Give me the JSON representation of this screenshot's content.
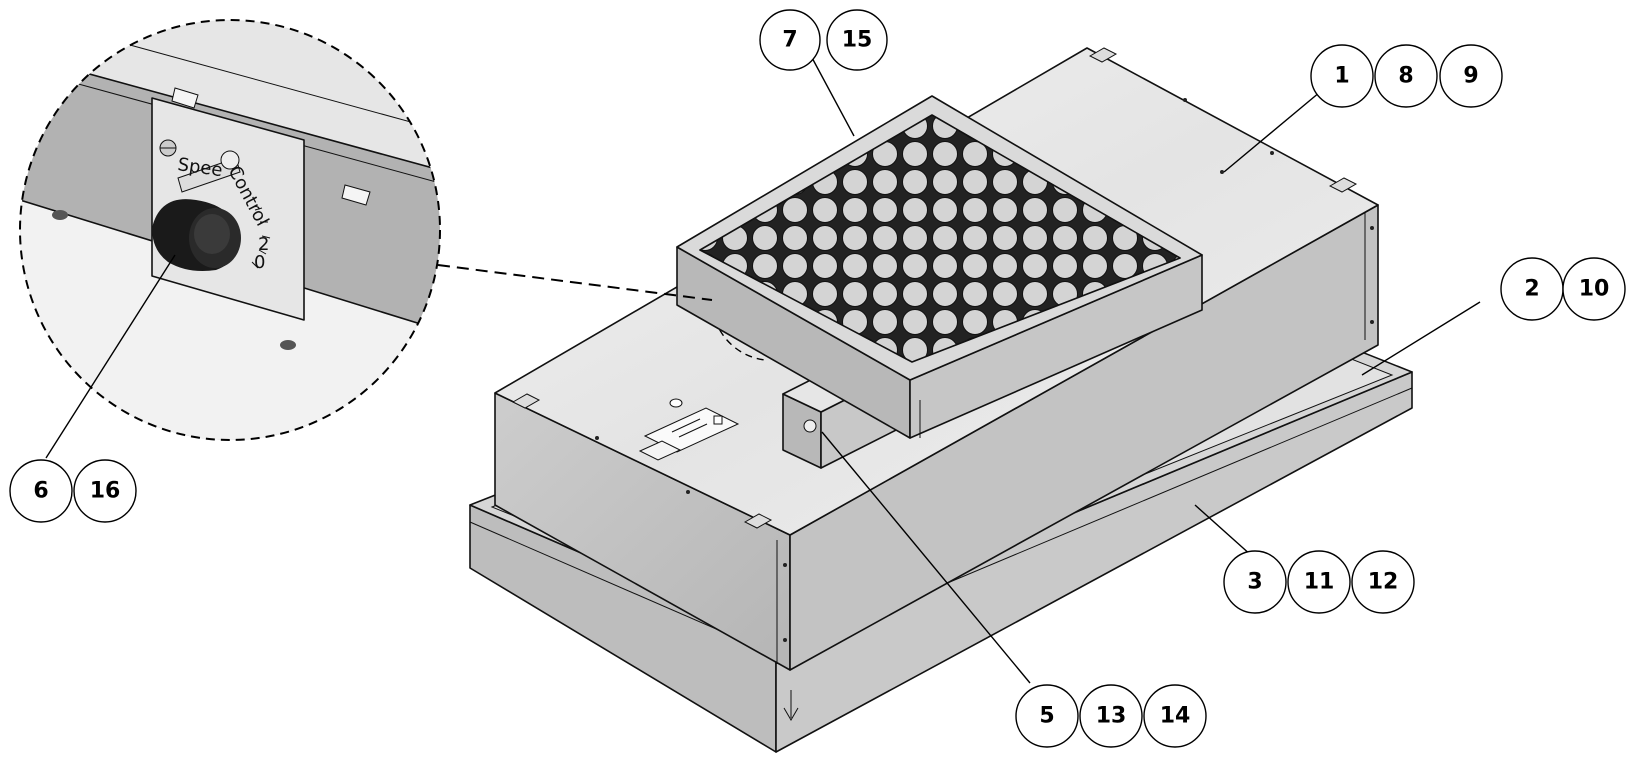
{
  "callouts": [
    {
      "id": "c1",
      "items": [
        "1",
        "8",
        "9"
      ]
    },
    {
      "id": "c2",
      "items": [
        "2",
        "10"
      ]
    },
    {
      "id": "c3",
      "items": [
        "3",
        "11",
        "12"
      ]
    },
    {
      "id": "c5",
      "items": [
        "5",
        "13",
        "14"
      ]
    },
    {
      "id": "c6",
      "items": [
        "6",
        "16"
      ]
    },
    {
      "id": "c7",
      "items": [
        "7",
        "15"
      ]
    }
  ],
  "detail_view": {
    "dial_label_1": "Spee",
    "dial_label_2": "Control"
  },
  "colors": {
    "outline": "#000000",
    "housing_top": "#eeeeee",
    "housing_side": "#c6c6c6",
    "housing_front": "#b4b4b4",
    "base_frame": "#cfcfcf",
    "filter_grid": "#d4d4d4",
    "knob": "#1a1a1a"
  }
}
